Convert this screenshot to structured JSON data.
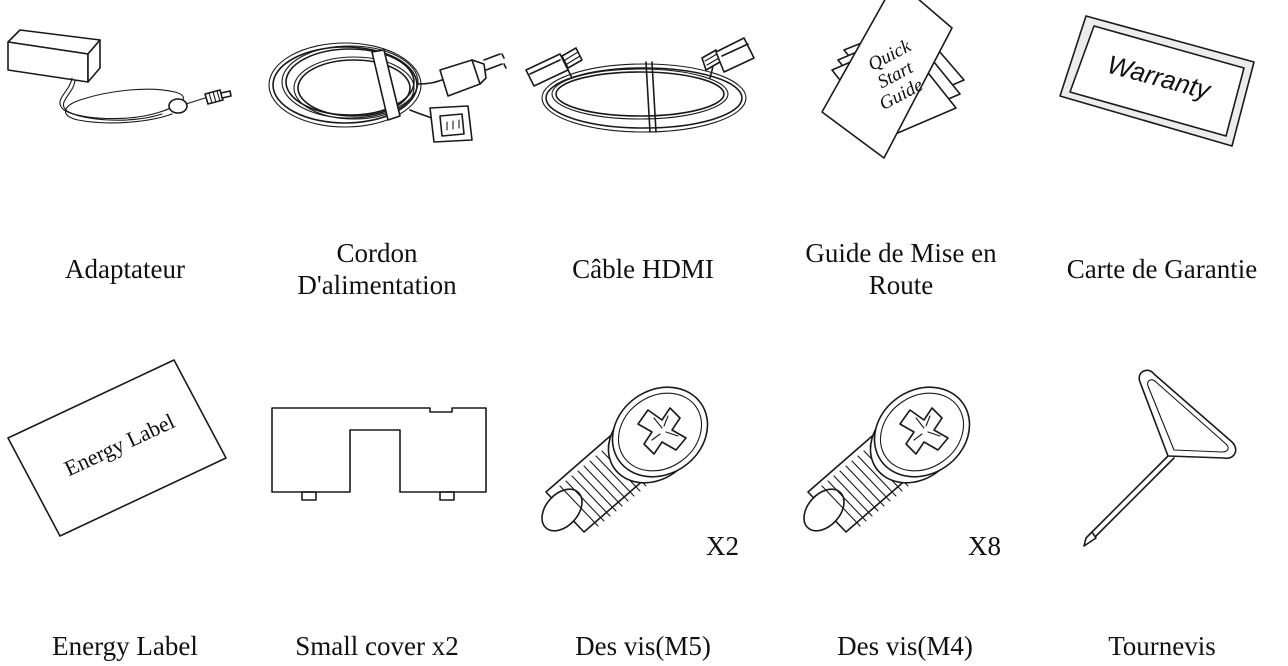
{
  "items": [
    {
      "label": "Adaptateur",
      "icon": "power-adapter-icon"
    },
    {
      "label": "Cordon\nD'alimentation",
      "icon": "power-cord-icon"
    },
    {
      "label": "Câble HDMI",
      "icon": "hdmi-cable-icon"
    },
    {
      "label": "Guide de Mise en\nRoute",
      "icon": "quick-start-guide-icon",
      "image_text": "Quick Start Guide"
    },
    {
      "label": "Carte de Garantie",
      "icon": "warranty-card-icon",
      "image_text": "Warranty"
    },
    {
      "label": "Energy Label",
      "icon": "energy-label-icon",
      "image_text": "Energy Label"
    },
    {
      "label": "Small cover x2",
      "icon": "small-cover-icon"
    },
    {
      "label": "Des vis(M5)",
      "icon": "screw-icon",
      "quantity": "X2"
    },
    {
      "label": "Des vis(M4)",
      "icon": "screw-icon",
      "quantity": "X8"
    },
    {
      "label": "Tournevis",
      "icon": "screwdriver-key-icon"
    }
  ]
}
